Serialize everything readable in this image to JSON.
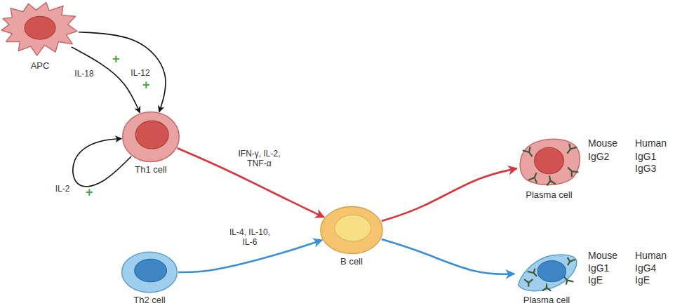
{
  "diagram": {
    "nodes": [
      {
        "text": [
          "APC"
        ]
      },
      {
        "text": [
          "Th1 cell"
        ]
      },
      {
        "text": [
          "Th2 cell"
        ]
      },
      {
        "text": [
          "B cell"
        ]
      },
      {
        "text": [
          "Plasma cell"
        ]
      },
      {
        "text": [
          "Plasma cell"
        ]
      }
    ],
    "edges": [
      {
        "from": 0,
        "to": 1,
        "label": "IL-18",
        "arrow": "to"
      },
      {
        "from": 0,
        "to": 1,
        "label": "IL-12",
        "arrow": "to"
      },
      {
        "from": 1,
        "to": 1,
        "label": "IL-2",
        "arrow": "to"
      },
      {
        "from": 1,
        "to": 3,
        "label": "IFN-γ, IL-2, TNF-α",
        "arrow": "to"
      },
      {
        "from": 2,
        "to": 3,
        "label": "IL-4, IL-10, IL-6",
        "arrow": "to"
      },
      {
        "from": 3,
        "to": 4,
        "arrow": "to"
      },
      {
        "from": 3,
        "to": 5,
        "arrow": "to"
      }
    ],
    "labels": [
      "+",
      "+",
      "+",
      "Mouse",
      "Human",
      "IgG2",
      "IgG1",
      "IgG3",
      "Mouse",
      "Human",
      "IgG1",
      "IgG4",
      "IgE",
      "IgE"
    ]
  }
}
